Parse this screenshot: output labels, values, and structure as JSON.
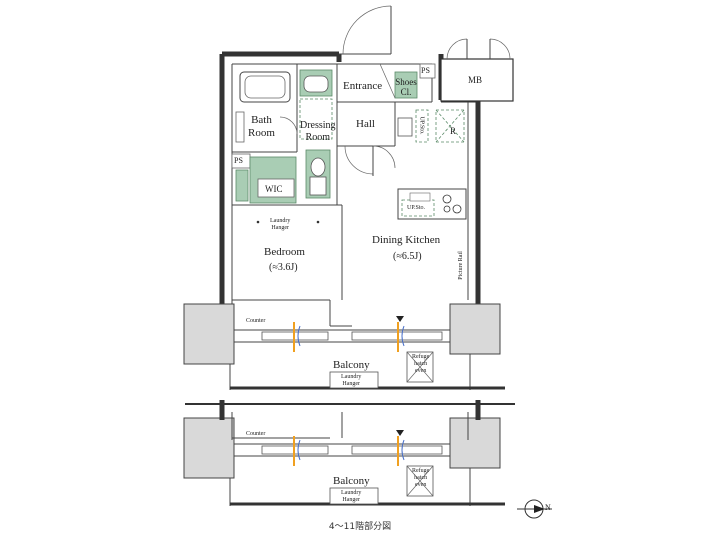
{
  "rooms": {
    "bath_room": "Bath\nRoom",
    "dressing_room": "Dressing\nRoom",
    "entrance": "Entrance",
    "shoes_closet": "Shoes\nCl.",
    "hall": "Hall",
    "wic": "WIC",
    "bedroom": "Bedroom",
    "bedroom_size": "(≈3.6J)",
    "dining_kitchen": "Dining Kitchen",
    "dining_kitchen_size": "(≈6.5J)",
    "mb": "MB",
    "ps_top": "PS",
    "ps_left": "PS",
    "refrigerator": "R",
    "up_sto_hall": "UP.Sto.",
    "up_sto_kitchen": "UP.Sto.",
    "picture_rail": "Picture Rail"
  },
  "labels": {
    "laundry_hanger_bedroom": "Laundry\nHanger",
    "counter_upper": "Counter",
    "counter_lower": "Counter",
    "balcony_upper": "Balcony",
    "balcony_lower": "Balcony",
    "laundry_hanger_balcony_upper": "Laundry\nHanger",
    "laundry_hanger_balcony_lower": "Laundry\nHanger",
    "refuge_hatch_upper": "Refuge\nhatch\neven",
    "refuge_hatch_lower": "Refuge\nhatch\neven"
  },
  "compass": {
    "north_label": "N"
  },
  "caption": "4～11階部分図"
}
